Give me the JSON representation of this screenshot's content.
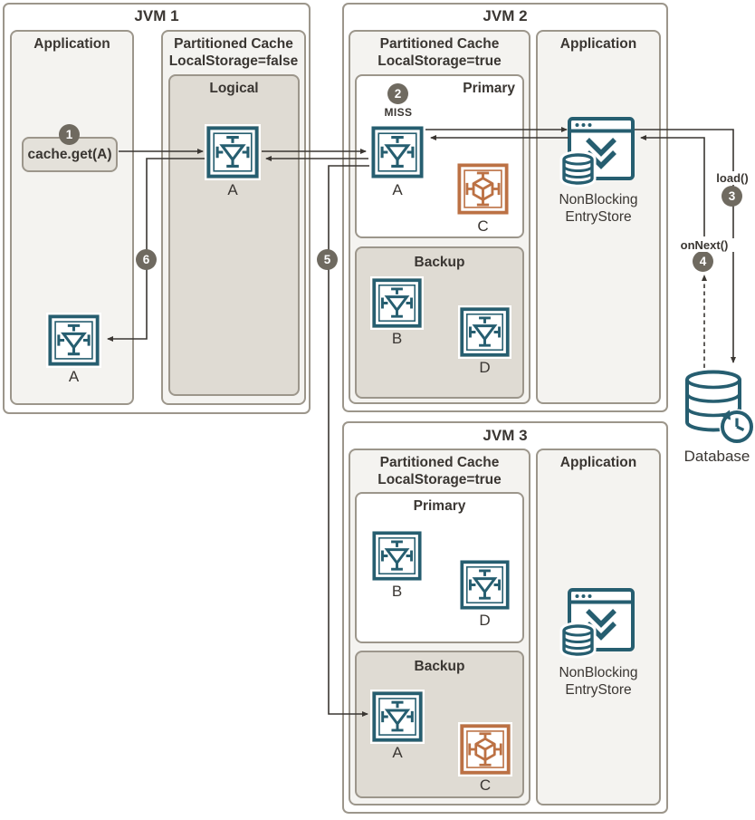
{
  "diagram": {
    "jvm1": {
      "title": "JVM 1",
      "application": {
        "title": "Application",
        "call": "cache.get(A)",
        "near_cache_label": "A"
      },
      "partitioned_cache": {
        "title_line1": "Partitioned Cache",
        "title_line2": "LocalStorage=false",
        "logical": {
          "title": "Logical",
          "cache_label": "A"
        }
      }
    },
    "jvm2": {
      "title": "JVM 2",
      "partitioned_cache": {
        "title_line1": "Partitioned Cache",
        "title_line2": "LocalStorage=true",
        "primary": {
          "title": "Primary",
          "miss": "MISS",
          "cache_a": "A",
          "cache_c": "C"
        },
        "backup": {
          "title": "Backup",
          "cache_b": "B",
          "cache_d": "D"
        }
      },
      "application": {
        "title": "Application",
        "entrystore_line1": "NonBlocking",
        "entrystore_line2": "EntryStore"
      }
    },
    "jvm3": {
      "title": "JVM 3",
      "partitioned_cache": {
        "title_line1": "Partitioned Cache",
        "title_line2": "LocalStorage=true",
        "primary": {
          "title": "Primary",
          "cache_b": "B",
          "cache_d": "D"
        },
        "backup": {
          "title": "Backup",
          "cache_a": "A",
          "cache_c": "C"
        }
      },
      "application": {
        "title": "Application",
        "entrystore_line1": "NonBlocking",
        "entrystore_line2": "EntryStore"
      }
    },
    "database": {
      "label": "Database"
    },
    "steps": {
      "s1": "1",
      "s2": "2",
      "s3": "3",
      "s4": "4",
      "s5": "5",
      "s6": "6"
    },
    "flow_labels": {
      "load": "load()",
      "on_next": "onNext()"
    },
    "colors": {
      "cache_icon": "#265E70",
      "cube_icon": "#BC7144",
      "arrow_line": "#3A3632",
      "step_badge": "#6F6A60",
      "box_border": "#9C968B",
      "panel_fill": "#F4F3F0",
      "shaded_fill": "#DFDBD3",
      "text": "#3A3632"
    }
  }
}
